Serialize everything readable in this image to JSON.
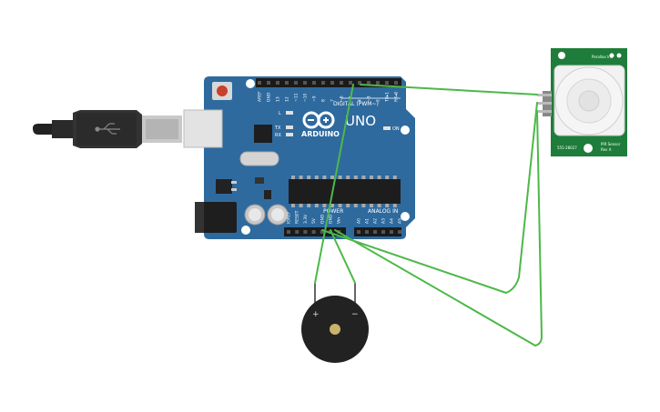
{
  "board": {
    "logo_text": "ARDUINO",
    "model_text": "UNO",
    "digital_label": "DIGITAL (PWM~)",
    "power_label": "POWER",
    "analog_label": "ANALOG IN",
    "on_label": "ON",
    "l_label": "L",
    "tx_label": "TX",
    "rx_label": "RX",
    "digital_pins": [
      "AREF",
      "GND",
      "13",
      "12",
      "~11",
      "~10",
      "~9",
      "8",
      "7",
      "~6",
      "~5",
      "4",
      "~3",
      "2",
      "TX▸1",
      "RX◂0"
    ],
    "power_pins": [
      "IOREF",
      "RESET",
      "3.3V",
      "5V",
      "GND",
      "GND",
      "Vin"
    ],
    "analog_pins": [
      "A0",
      "A1",
      "A2",
      "A3",
      "A4",
      "A5"
    ]
  },
  "pir_sensor": {
    "top_text": "Parallax Inc",
    "bottom_text": "555-28027",
    "side_text_1": "PIR Sensor",
    "side_text_2": "Rev A"
  },
  "buzzer": {
    "plus_label": "+",
    "minus_label": "−"
  },
  "colors": {
    "board_blue": "#2e6a9e",
    "sensor_green": "#1e7d3a",
    "wire_green": "#4db848",
    "buzzer_black": "#222222"
  }
}
